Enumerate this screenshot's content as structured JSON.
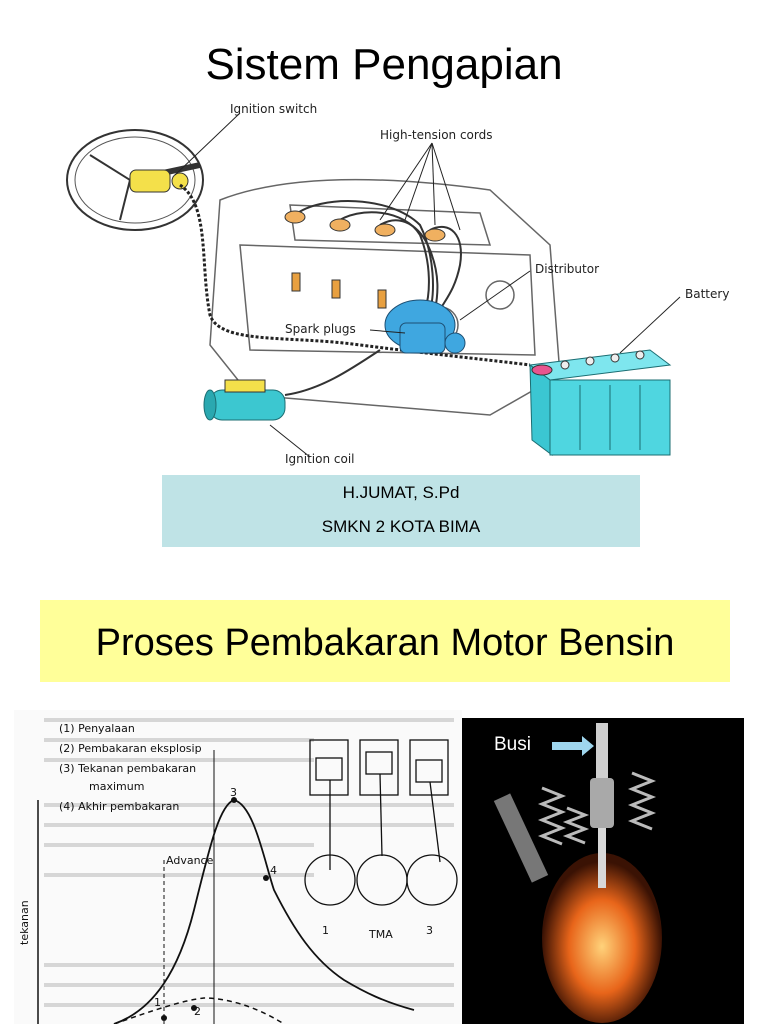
{
  "slide1": {
    "title": "Sistem Pengapian",
    "labels": {
      "ignition_switch": "Ignition switch",
      "high_tension": "High-tension cords",
      "distributor": "Distributor",
      "battery": "Battery",
      "spark_plugs": "Spark plugs",
      "ignition_coil": "Ignition coil"
    },
    "author": "H.JUMAT, S.Pd",
    "school": "SMKN 2 KOTA BIMA",
    "colors": {
      "box": "#bfe3e6",
      "battery": "#4fd6e0",
      "coil": "#3cc7d0",
      "distributor": "#3fa7e0",
      "switch": "#f4e04a"
    }
  },
  "slide2": {
    "title": "Proses Pembakaran Motor Bensin",
    "band_color": "#ffff99",
    "legend": [
      "(1) Penyalaan",
      "(2) Pembakaran eksplosip",
      "(3) Tekanan pembakaran",
      "maximum",
      "(4) Akhir pembakaran"
    ],
    "ylabel": "tekanan",
    "advance": "Advance",
    "piston_labels": [
      "1",
      "TMA",
      "3"
    ],
    "point_labels": [
      "1",
      "2",
      "3",
      "4"
    ],
    "photo_label": "Busi"
  }
}
